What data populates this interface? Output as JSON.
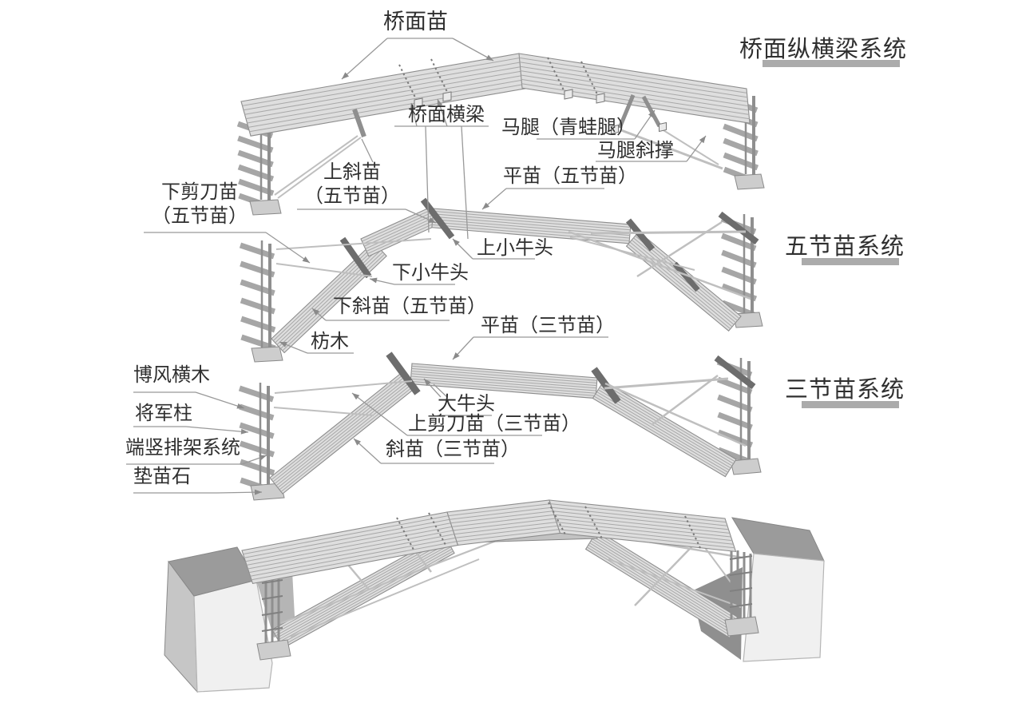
{
  "figure": {
    "type": "exploded structural diagram of a Chinese woven timber arch bridge",
    "views": [
      "deck-system",
      "five-section-system",
      "three-section-system",
      "assembled-bridge"
    ]
  },
  "sections": {
    "deck_system": {
      "title": "桥面纵横梁系统"
    },
    "five_section": {
      "title": "五节苗系统"
    },
    "three_section": {
      "title": "三节苗系统"
    }
  },
  "labels": {
    "qiaomian_miao": "桥面苗",
    "qiaomian_hengliang": "桥面横梁",
    "matui": "马腿（青蛙腿）",
    "matui_xiecheng": "马腿斜撑",
    "shang_xiemiao_line1": "上斜苗",
    "shang_xiemiao_line2": "（五节苗）",
    "xia_jiandao_line1": "下剪刀苗",
    "xia_jiandao_line2": "（五节苗）",
    "pingmiao_wu": "平苗（五节苗）",
    "shang_xiao_niutou": "上小牛头",
    "xia_xiao_niutou": "下小牛头",
    "xia_xiemiao": "下斜苗（五节苗）",
    "fangmu": "枋木",
    "pingmiao_san": "平苗（三节苗）",
    "bofeng_hengmu": "博风横木",
    "jiangjun_zhu": "将军柱",
    "duanshu_paijia": "端竖排架系统",
    "dian_miao_shi": "垫苗石",
    "da_niutou": "大牛头",
    "shang_jiandao_san": "上剪刀苗（三节苗）",
    "xiemiao_san": "斜苗（三节苗）"
  },
  "colors": {
    "background": "#ffffff",
    "text": "#2f2f2f",
    "leader_line": "#999999",
    "arrow": "#8a8a8a",
    "section_bar": "#ababab",
    "timber_fill": "#dedede",
    "timber_stripe": "#a8a8a8",
    "timber_edge": "#8d8d8d",
    "rack_bar": "#a6a6a6",
    "post": "#8f8f8f",
    "beam_dark": "#6d6d6d",
    "scissor": "#bfbfbf",
    "block_fill": "#eaeaea",
    "block_edge": "#777777",
    "stone_fill": "#cdcdcd",
    "stone_edge": "#8a8a8a",
    "abutment_top": "#9b9b9b",
    "abutment_front": "#f0f0f0",
    "abutment_side": "#c6c6c6",
    "abutment_step": "#8f8f8f",
    "crossbeam_dash": "#7a7a7a"
  }
}
